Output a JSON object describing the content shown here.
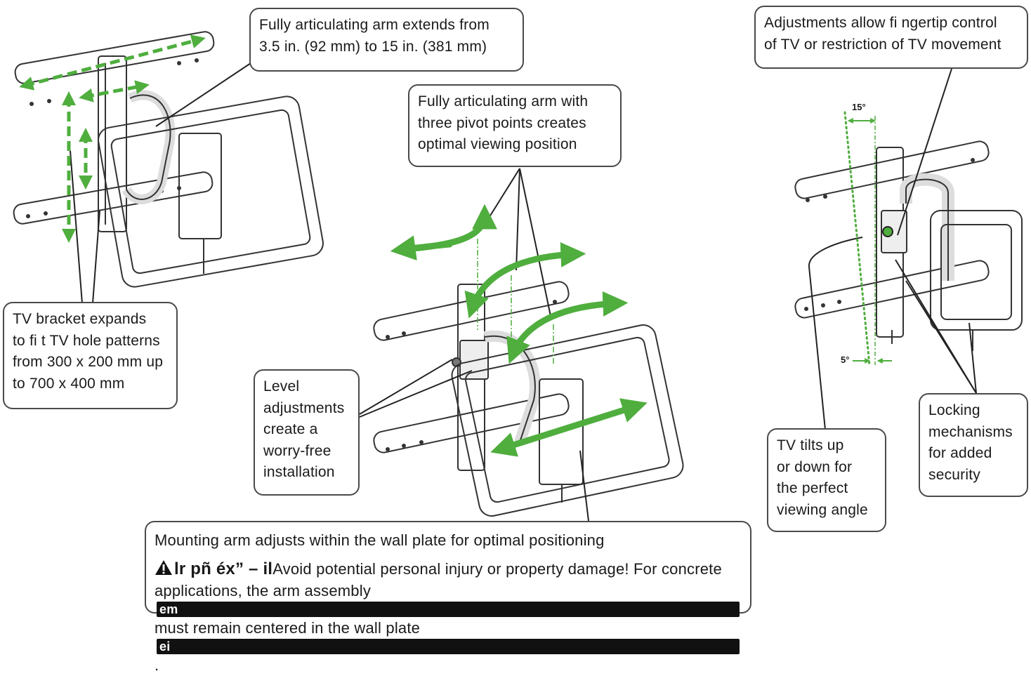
{
  "callouts": {
    "arm_extends": [
      "Fully articulating arm extends from",
      "3.5 in. (92 mm) to 15 in. (381 mm)"
    ],
    "three_pivot": [
      "Fully articulating arm with",
      "three pivot points creates",
      "optimal viewing position"
    ],
    "fingertip": [
      "Adjustments allow fi ngertip control",
      "of TV or restriction of TV movement"
    ],
    "bracket_expands": [
      "TV bracket expands",
      "to fi t TV hole patterns",
      "from 300 x 200 mm up",
      "to 700 x 400 mm"
    ],
    "level": [
      "Level",
      "adjustments",
      "create a",
      "worry-free",
      "installation"
    ],
    "tilts": [
      "TV tilts up",
      "or down for",
      "the perfect",
      "viewing angle"
    ],
    "locking": [
      "Locking",
      "mechanisms",
      "for added",
      "security"
    ]
  },
  "warning_box": {
    "line1": "Mounting arm adjusts within the wall plate for optimal positioning",
    "code": "lr pñ éx” – il",
    "text_a": "Avoid potential personal injury or property damage! For concrete",
    "text_b": "applications, the arm assembly",
    "tag1": "em",
    "text_c": "must remain centered in the wall plate",
    "tag2": "ei",
    "text_d": "."
  },
  "angles": {
    "top": "15°",
    "bottom": "5°"
  },
  "colors": {
    "arrow_green": "#4fae3e",
    "line": "#333333",
    "outline": "#4a4a4a"
  }
}
